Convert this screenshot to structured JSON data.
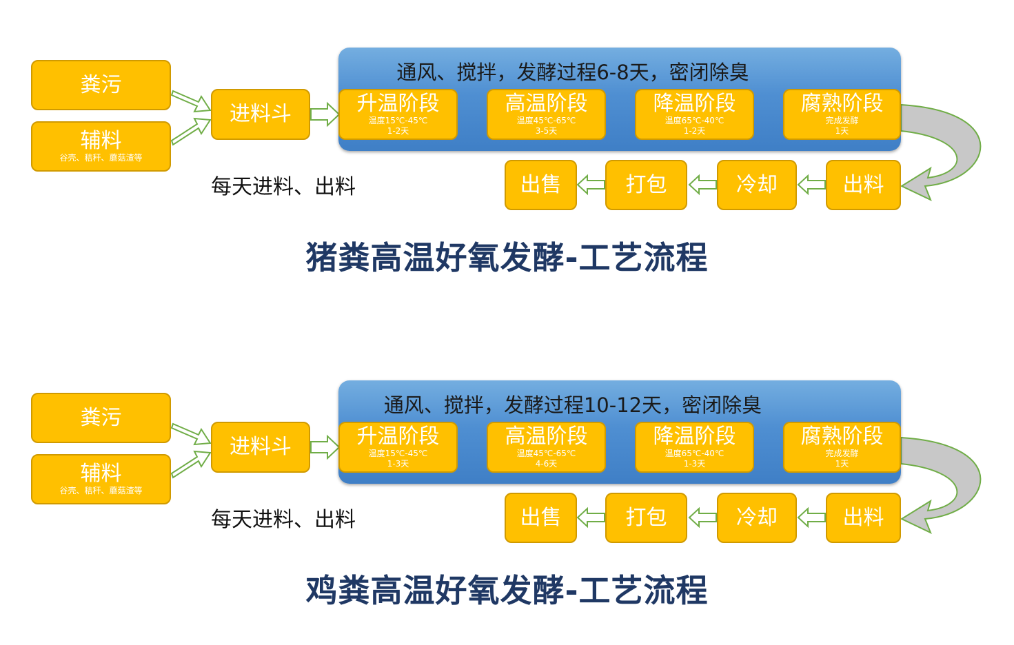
{
  "diagrams": [
    {
      "inputs": [
        {
          "label": "粪污",
          "sub": ""
        },
        {
          "label": "辅料",
          "sub": "谷壳、秸秆、蘑菇渣等"
        }
      ],
      "hopper": "进料斗",
      "process_title": "通风、搅拌，发酵过程6-8天，密闭除臭",
      "stages": [
        {
          "label": "升温阶段",
          "temp": "温度15℃-45℃",
          "days": "1-2天"
        },
        {
          "label": "高温阶段",
          "temp": "温度45℃-65℃",
          "days": "3-5天"
        },
        {
          "label": "降温阶段",
          "temp": "温度65℃-40℃",
          "days": "1-2天"
        },
        {
          "label": "腐熟阶段",
          "temp": "完成发酵",
          "days": "1天"
        }
      ],
      "outputs": [
        "出售",
        "打包",
        "冷却",
        "出料"
      ],
      "daily_note": "每天进料、出料",
      "title": "猪粪高温好氧发酵-工艺流程"
    },
    {
      "inputs": [
        {
          "label": "粪污",
          "sub": ""
        },
        {
          "label": "辅料",
          "sub": "谷壳、秸秆、蘑菇渣等"
        }
      ],
      "hopper": "进料斗",
      "process_title": "通风、搅拌，发酵过程10-12天，密闭除臭",
      "stages": [
        {
          "label": "升温阶段",
          "temp": "温度15℃-45℃",
          "days": "1-3天"
        },
        {
          "label": "高温阶段",
          "temp": "温度45℃-65℃",
          "days": "4-6天"
        },
        {
          "label": "降温阶段",
          "temp": "温度65℃-40℃",
          "days": "1-3天"
        },
        {
          "label": "腐熟阶段",
          "temp": "完成发酵",
          "days": "1天"
        }
      ],
      "outputs": [
        "出售",
        "打包",
        "冷却",
        "出料"
      ],
      "daily_note": "每天进料、出料",
      "title": "鸡粪高温好氧发酵-工艺流程"
    }
  ],
  "colors": {
    "box_fill": "#ffc000",
    "box_border": "#d09a00",
    "panel": "#4f8fd2",
    "arrow_outline": "#70ad47",
    "title": "#1f3864"
  }
}
